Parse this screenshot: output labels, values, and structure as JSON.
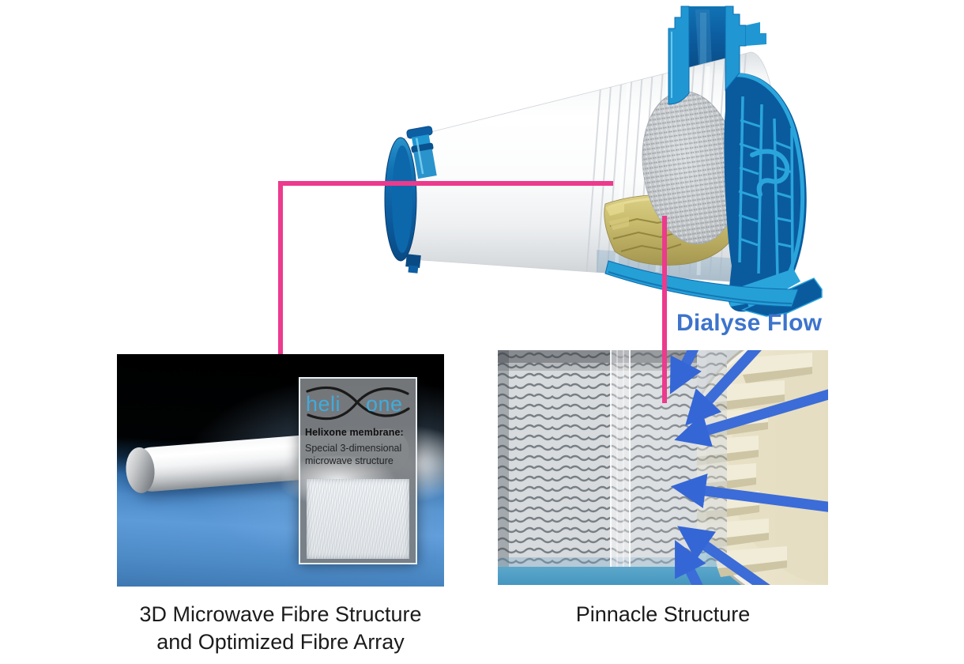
{
  "diagram": {
    "dialyse_flow_label": "Dialyse Flow"
  },
  "left_figure": {
    "caption_line1": "3D Microwave Fibre Structure",
    "caption_line2": "and Optimized Fibre Array",
    "inset": {
      "logo_left": "heli",
      "logo_right": "one",
      "heading": "Helixone membrane:",
      "body_line1": "Special 3-dimensional",
      "body_line2": "microwave structure"
    }
  },
  "right_figure": {
    "caption": "Pinnacle Structure"
  },
  "colors": {
    "callout_pink": "#EC3A8C",
    "flow_label_blue": "#3D74CC",
    "housing_cyan": "#2AA5DC",
    "housing_dark_blue": "#0A5B9E",
    "potting_yellow": "#C9BC6E",
    "fibre_grey": "#C6C9CD",
    "pinnacle_cream": "#EFE9D2",
    "arrow_blue": "#3B6CD8",
    "logo_blue": "#41ABDC",
    "background": "#FFFFFF"
  },
  "icons": {
    "flow_arrows": "flow-arrow-icon",
    "logo_swoosh": "helixone-logo-swoosh-icon",
    "callout_lines": "callout-line"
  }
}
